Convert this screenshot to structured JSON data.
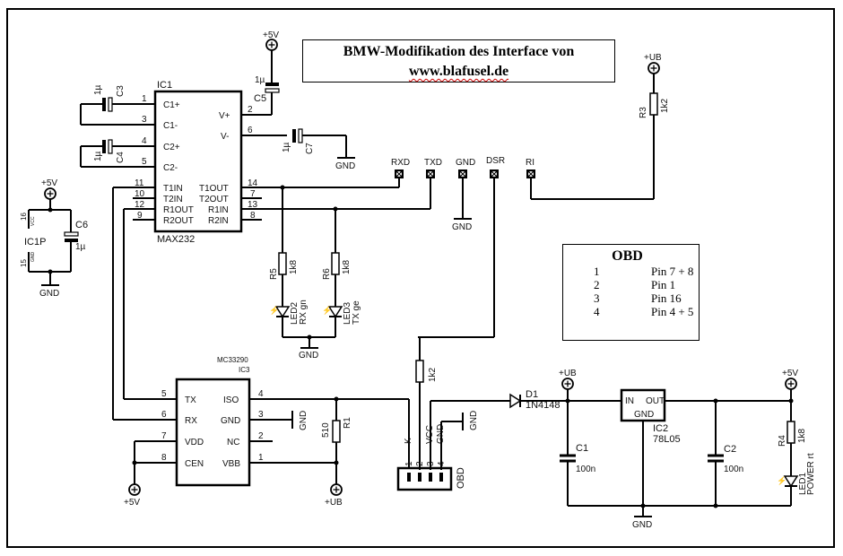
{
  "title": {
    "line1": "BMW-Modifikation des Interface von",
    "line2": "www.blafusel.de"
  },
  "obd_table": {
    "heading": "OBD",
    "rows": [
      {
        "num": "1",
        "pin": "Pin 7 + 8"
      },
      {
        "num": "2",
        "pin": "Pin 1"
      },
      {
        "num": "3",
        "pin": "Pin 16"
      },
      {
        "num": "4",
        "pin": "Pin 4 + 5"
      }
    ]
  },
  "power": {
    "p5v": "+5V",
    "ub": "+UB",
    "gnd": "GND"
  },
  "ic1": {
    "ref": "IC1",
    "part": "MAX232",
    "left_pins": [
      {
        "num": "1",
        "name": "C1+"
      },
      {
        "num": "3",
        "name": "C1-"
      },
      {
        "num": "4",
        "name": "C2+"
      },
      {
        "num": "5",
        "name": "C2-"
      },
      {
        "num": "11",
        "name": "T1IN"
      },
      {
        "num": "10",
        "name": "T2IN"
      },
      {
        "num": "12",
        "name": "R1OUT"
      },
      {
        "num": "9",
        "name": "R2OUT"
      }
    ],
    "right_pins": [
      {
        "num": "2",
        "name": "V+"
      },
      {
        "num": "6",
        "name": "V-"
      },
      {
        "num": "14",
        "name": "T1OUT"
      },
      {
        "num": "7",
        "name": "T2OUT"
      },
      {
        "num": "13",
        "name": "R1IN"
      },
      {
        "num": "8",
        "name": "R2IN"
      }
    ]
  },
  "ic1p": {
    "ref": "IC1P",
    "pin_vcc": "16",
    "pin_gnd": "15",
    "vcc": "VCC",
    "gnd": "GND"
  },
  "ic3": {
    "ref": "IC3",
    "part": "MC33290",
    "left_pins": [
      {
        "num": "5",
        "name": "TX"
      },
      {
        "num": "6",
        "name": "RX"
      },
      {
        "num": "7",
        "name": "VDD"
      },
      {
        "num": "8",
        "name": "CEN"
      }
    ],
    "right_pins": [
      {
        "num": "4",
        "name": "ISO"
      },
      {
        "num": "3",
        "name": "GND"
      },
      {
        "num": "2",
        "name": "NC"
      },
      {
        "num": "1",
        "name": "VBB"
      }
    ]
  },
  "ic2": {
    "ref": "IC2",
    "part": "78L05",
    "in": "IN",
    "out": "OUT",
    "gnd": "GND"
  },
  "capacitors": {
    "c1": {
      "ref": "C1",
      "value": "100n"
    },
    "c2": {
      "ref": "C2",
      "value": "100n"
    },
    "c3": {
      "ref": "C3",
      "value": "1µ"
    },
    "c4": {
      "ref": "C4",
      "value": "1µ"
    },
    "c5": {
      "ref": "C5",
      "value": "1µ"
    },
    "c6": {
      "ref": "C6",
      "value": "1µ"
    },
    "c7": {
      "ref": "C7",
      "value": "1µ"
    }
  },
  "resistors": {
    "r1": {
      "ref": "R1",
      "value": "510"
    },
    "r3": {
      "ref": "R3",
      "value": "1k2"
    },
    "r4": {
      "ref": "R4",
      "value": "1k8"
    },
    "r5": {
      "ref": "R5",
      "value": "1k8"
    },
    "r6": {
      "ref": "R6",
      "value": "1k8"
    },
    "r_obd": {
      "value": "1k2"
    }
  },
  "leds": {
    "led1": {
      "ref": "LED1",
      "desc": "POWER rt"
    },
    "led2": {
      "ref": "LED2",
      "desc": "RX gn"
    },
    "led3": {
      "ref": "LED3",
      "desc": "TX ge"
    }
  },
  "diode": {
    "ref": "D1",
    "part": "1N4148"
  },
  "rs232_pads": [
    "RXD",
    "TXD",
    "GND",
    "DSR",
    "RI"
  ],
  "obd_connector": {
    "label": "OBD",
    "pins": [
      "1",
      "2",
      "3",
      "4"
    ],
    "signals": [
      "K",
      "VCC",
      "GND"
    ]
  }
}
